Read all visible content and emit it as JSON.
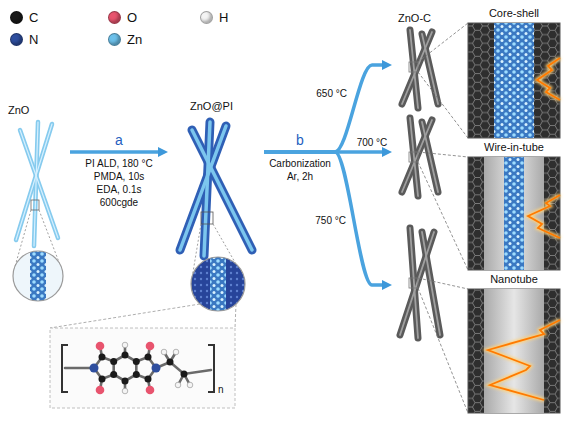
{
  "diagram": {
    "nodes": [
      {
        "text": [
          "ZnO"
        ]
      },
      {
        "text": [
          "ZnO@PI"
        ]
      },
      {
        "text": [
          "Core-shell"
        ]
      },
      {
        "text": [
          "Wire-in-tube"
        ]
      },
      {
        "text": [
          "Nanotube"
        ]
      }
    ],
    "edges": [
      {
        "from": 0,
        "to": 1,
        "arrow": "to",
        "label": "a"
      },
      {
        "from": 1,
        "to": 2,
        "arrow": "to",
        "label": "650 °C"
      },
      {
        "from": 1,
        "to": 3,
        "arrow": "to",
        "label": "700 °C"
      },
      {
        "from": 1,
        "to": 4,
        "arrow": "to",
        "label": "750 °C"
      }
    ],
    "labels": [
      "PI ALD, 180 °C",
      "PMDA, 10s",
      "EDA, 0.1s",
      "600cgde",
      "b",
      "Carbonization",
      "Ar, 2h",
      "ZnO-C",
      "n"
    ],
    "legend": [
      {
        "text": "C",
        "color": "#1a1a1a"
      },
      {
        "text": "O",
        "color": "#e8546e"
      },
      {
        "text": "H",
        "color": "#f4f4f4"
      },
      {
        "text": "N",
        "color": "#2e4e9e"
      },
      {
        "text": "Zn",
        "color": "#6cc0ea"
      }
    ]
  }
}
